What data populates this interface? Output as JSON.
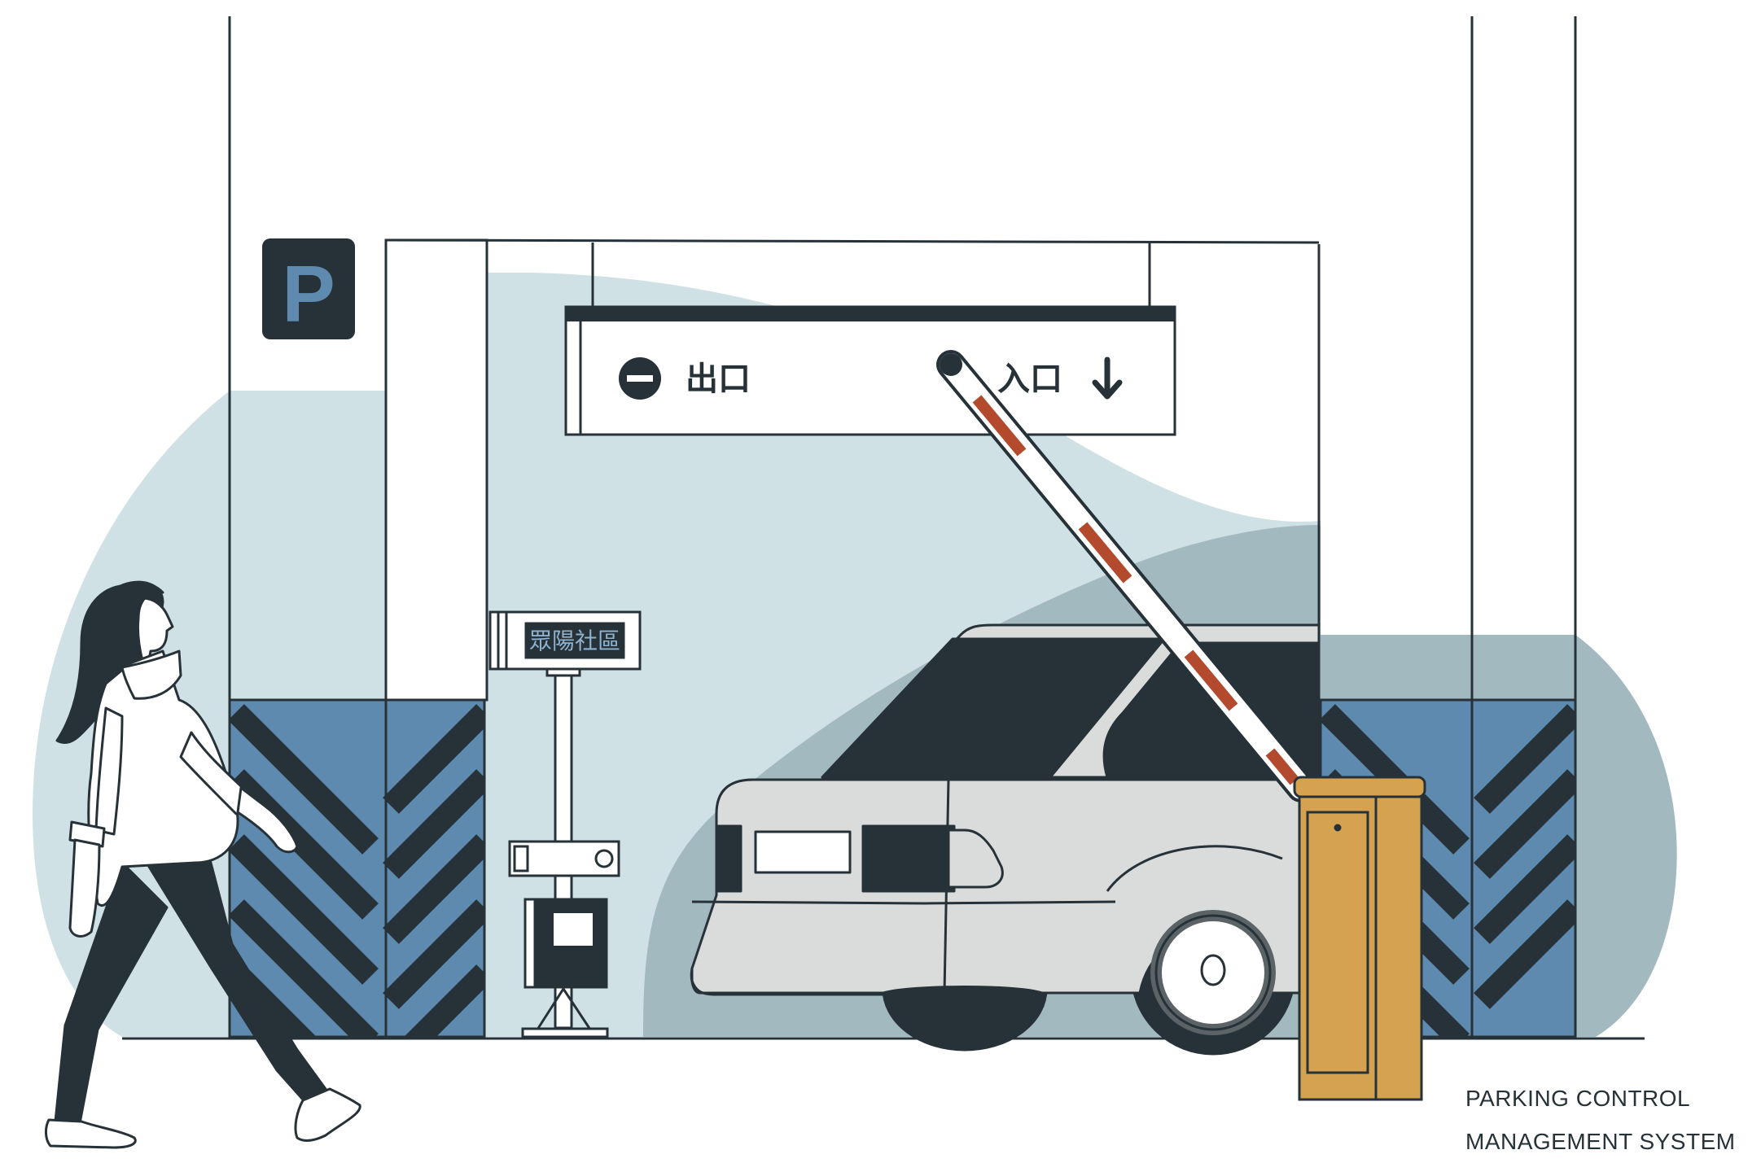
{
  "colors": {
    "dark": "#263238",
    "blue": "#5e8aaf",
    "pale": "#cfe1e4",
    "slate": "#a3b9c0",
    "car": "#dadcdc",
    "barrier": "#d5a350",
    "stripe": "#b34a2e",
    "white": "#ffffff"
  },
  "icons": {
    "parking": "parking-p-icon",
    "no_entry": "no-entry-icon",
    "arrow": "arrow-down-icon"
  },
  "parking_sign": {
    "letter": "P"
  },
  "overhead_sign": {
    "exit_label": "出口",
    "entrance_label": "入口"
  },
  "ticket_display": {
    "text": "眾陽社區"
  },
  "caption": {
    "line1": "PARKING CONTROL",
    "line2": "MANAGEMENT SYSTEM"
  }
}
